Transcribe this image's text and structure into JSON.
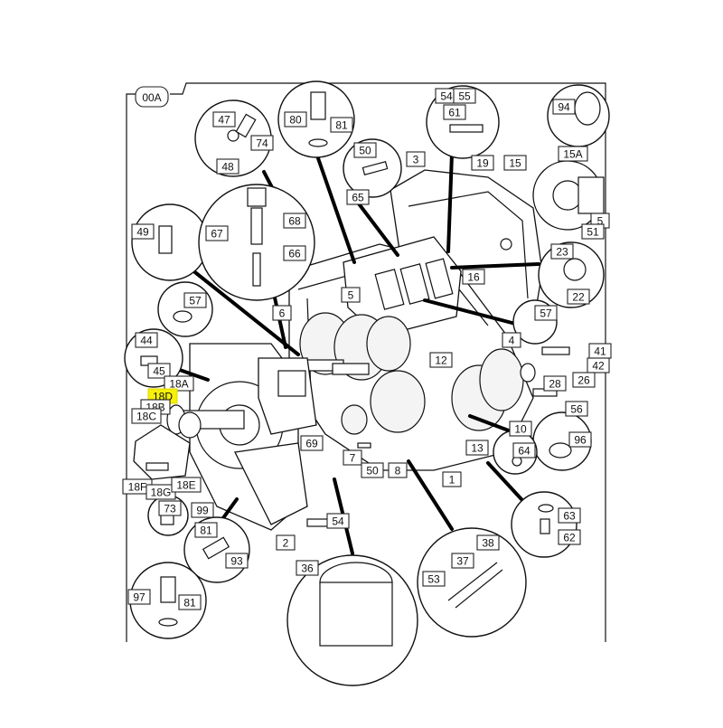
{
  "diagram": {
    "frame_code": "00A",
    "highlight_color": "#f6f00a",
    "callouts": [
      {
        "id": "c47",
        "text": "47"
      },
      {
        "id": "c74",
        "text": "74"
      },
      {
        "id": "c48",
        "text": "48"
      },
      {
        "id": "c80",
        "text": "80"
      },
      {
        "id": "c81a",
        "text": "81"
      },
      {
        "id": "c54a",
        "text": "54"
      },
      {
        "id": "c55",
        "text": "55"
      },
      {
        "id": "c61",
        "text": "61"
      },
      {
        "id": "c94",
        "text": "94"
      },
      {
        "id": "c15",
        "text": "15"
      },
      {
        "id": "c15A",
        "text": "15A"
      },
      {
        "id": "c5r",
        "text": "5"
      },
      {
        "id": "c51",
        "text": "51"
      },
      {
        "id": "c50a",
        "text": "50"
      },
      {
        "id": "c3",
        "text": "3"
      },
      {
        "id": "c19",
        "text": "19"
      },
      {
        "id": "c65",
        "text": "65"
      },
      {
        "id": "c49",
        "text": "49"
      },
      {
        "id": "c68",
        "text": "68"
      },
      {
        "id": "c67",
        "text": "67"
      },
      {
        "id": "c66",
        "text": "66"
      },
      {
        "id": "c23",
        "text": "23"
      },
      {
        "id": "c22",
        "text": "22"
      },
      {
        "id": "c16",
        "text": "16"
      },
      {
        "id": "c57a",
        "text": "57"
      },
      {
        "id": "c5",
        "text": "5"
      },
      {
        "id": "c6",
        "text": "6"
      },
      {
        "id": "c57b",
        "text": "57"
      },
      {
        "id": "c4",
        "text": "4"
      },
      {
        "id": "c44",
        "text": "44"
      },
      {
        "id": "c45",
        "text": "45"
      },
      {
        "id": "c41",
        "text": "41"
      },
      {
        "id": "c42",
        "text": "42"
      },
      {
        "id": "c12",
        "text": "12"
      },
      {
        "id": "c28",
        "text": "28"
      },
      {
        "id": "c26",
        "text": "26"
      },
      {
        "id": "c18A",
        "text": "18A"
      },
      {
        "id": "c18D",
        "text": "18D"
      },
      {
        "id": "c18B",
        "text": "18B"
      },
      {
        "id": "c18C",
        "text": "18C"
      },
      {
        "id": "c56",
        "text": "56"
      },
      {
        "id": "c69",
        "text": "69"
      },
      {
        "id": "c10",
        "text": "10"
      },
      {
        "id": "c96",
        "text": "96"
      },
      {
        "id": "c13",
        "text": "13"
      },
      {
        "id": "c64",
        "text": "64"
      },
      {
        "id": "c7",
        "text": "7"
      },
      {
        "id": "c50b",
        "text": "50"
      },
      {
        "id": "c8",
        "text": "8"
      },
      {
        "id": "c1",
        "text": "1"
      },
      {
        "id": "c18F",
        "text": "18F"
      },
      {
        "id": "c18G",
        "text": "18G"
      },
      {
        "id": "c18E",
        "text": "18E"
      },
      {
        "id": "c99",
        "text": "99"
      },
      {
        "id": "c73",
        "text": "73"
      },
      {
        "id": "c63",
        "text": "63"
      },
      {
        "id": "c62",
        "text": "62"
      },
      {
        "id": "c54b",
        "text": "54"
      },
      {
        "id": "c2",
        "text": "2"
      },
      {
        "id": "c81b",
        "text": "81"
      },
      {
        "id": "c93",
        "text": "93"
      },
      {
        "id": "c36",
        "text": "36"
      },
      {
        "id": "c38",
        "text": "38"
      },
      {
        "id": "c37",
        "text": "37"
      },
      {
        "id": "c53",
        "text": "53"
      },
      {
        "id": "c97",
        "text": "97"
      },
      {
        "id": "c81c",
        "text": "81"
      }
    ]
  }
}
